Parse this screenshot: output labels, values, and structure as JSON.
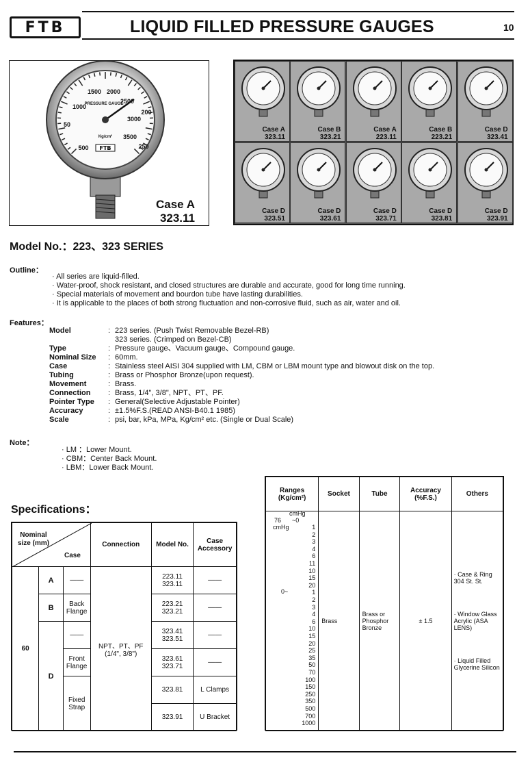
{
  "header": {
    "logo": "FTB",
    "title": "LIQUID FILLED PRESSURE GAUGES",
    "page_number": "10"
  },
  "photo": {
    "case_label": "Case A",
    "model": "323.11",
    "dial_title": "PRESSURE GAUGE",
    "dial_unit": "Kg/cm²",
    "dial_scale": [
      "50",
      "500",
      "1000",
      "1500",
      "2000",
      "2500",
      "3000",
      "3500",
      "200",
      "250"
    ]
  },
  "gauges": [
    {
      "case": "Case A",
      "model": "323.11"
    },
    {
      "case": "Case B",
      "model": "323.21"
    },
    {
      "case": "Case A",
      "model": "223.11"
    },
    {
      "case": "Case B",
      "model": "223.21"
    },
    {
      "case": "Case D",
      "model": "323.41"
    },
    {
      "case": "Case D",
      "model": "323.51"
    },
    {
      "case": "Case D",
      "model": "323.61"
    },
    {
      "case": "Case D",
      "model": "323.71"
    },
    {
      "case": "Case D",
      "model": "323.81"
    },
    {
      "case": "Case D",
      "model": "323.91"
    }
  ],
  "model_heading": "Model No.：223、323 SERIES",
  "outline": {
    "heading": "Outline：",
    "items": [
      "· All series are liquid-filled.",
      "· Water-proof, shock resistant, and closed structures are durable and accurate, good for long time running.",
      "· Special materials of movement and bourdon tube have lasting durabilities.",
      "· It is applicable to the places of both strong fluctuation and non-corrosive fluid, such as air, water and oil."
    ]
  },
  "features": {
    "heading": "Features：",
    "rows": [
      {
        "key": "Model",
        "value": "223 series. (Push Twist Removable Bezel-RB)"
      },
      {
        "key": "",
        "value": "323 series. (Crimped on Bezel-CB)"
      },
      {
        "key": "Type",
        "value": "Pressure gauge、Vacuum gauge、Compound gauge."
      },
      {
        "key": "Nominal Size",
        "value": "60mm."
      },
      {
        "key": "Case",
        "value": "Stainless steel AISI 304 supplied with LM, CBM or LBM mount type and blowout disk on the top."
      },
      {
        "key": "Tubing",
        "value": "Brass or Phosphor Bronze(upon request)."
      },
      {
        "key": "Movement",
        "value": "Brass."
      },
      {
        "key": "Connection",
        "value": "Brass, 1/4\", 3/8\", NPT、PT、PF."
      },
      {
        "key": "Pointer Type",
        "value": "General(Selective Adjustable Pointer)"
      },
      {
        "key": "Accuracy",
        "value": "±1.5%F.S.(READ ANSI-B40.1 1985)"
      },
      {
        "key": "Scale",
        "value": "psi, bar, kPa, MPa, Kg/cm² etc. (Single or Dual Scale)"
      }
    ]
  },
  "note": {
    "heading": "Note：",
    "items": [
      "· LM ：Lower Mount.",
      "· CBM：Center Back Mount.",
      "· LBM：Lower Back Mount."
    ]
  },
  "specifications": {
    "heading": "Specifications：",
    "headers": {
      "nominal_size": "Nominal size (mm)",
      "case": "Case",
      "connection": "Connection",
      "model_no": "Model No.",
      "accessory": "Case Accessory"
    },
    "nominal_value": "60",
    "connection_value": "NPT、PT、PF",
    "connection_value2": "(1/4\", 3/8\")",
    "case_a": "A",
    "case_b": "B",
    "case_d": "D",
    "dash": "——",
    "back_flange": "Back Flange",
    "front_flange": "Front Flange",
    "fixed_strap": "Fixed Strap",
    "models": {
      "a1": "223.11",
      "a2": "323.11",
      "b1": "223.21",
      "b2": "323.21",
      "d1": "323.41",
      "d2": "323.51",
      "d3": "323.61",
      "d4": "323.71",
      "d5": "323.81",
      "d6": "323.91"
    },
    "l_clamps": "L Clamps",
    "u_bracket": "U Bracket"
  },
  "ranges_table": {
    "headers": {
      "ranges": "Ranges (Kg/cm²)",
      "socket": "Socket",
      "tube": "Tube",
      "accuracy": "Accuracy (%F.S.)",
      "others": "Others"
    },
    "vacuum_top": "cmHg",
    "vacuum_76": "76",
    "vacuum_0": "~0",
    "vacuum_cmhg": "cmHg",
    "prefix": "0~",
    "values": [
      "1",
      "2",
      "3",
      "4",
      "6",
      "11",
      "10",
      "15",
      "20",
      "1",
      "2",
      "3",
      "4",
      "6",
      "10",
      "15",
      "20",
      "25",
      "35",
      "50",
      "70",
      "100",
      "150",
      "250",
      "350",
      "500",
      "700",
      "1000"
    ],
    "socket": "Brass",
    "tube": "Brass or Phosphor Bronze",
    "accuracy": "± 1.5",
    "others": [
      "· Case & Ring 304 St. St.",
      "· Window Glass Acrylic (ASA LENS)",
      "· Liquid Filled Glycerine Silicon"
    ]
  }
}
